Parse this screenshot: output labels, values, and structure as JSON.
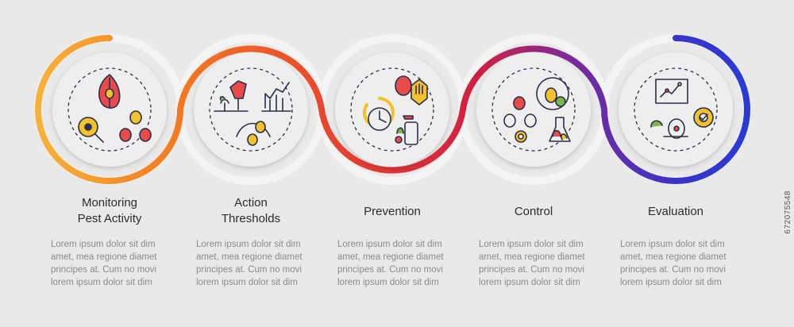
{
  "colors": {
    "background": "#e9e9e9",
    "ring_track": "#f2f2f2",
    "circle_fill": "#eeeeee",
    "icon_stroke": "#2a2f4a",
    "icon_red": "#e84b4b",
    "icon_yellow": "#f2c12e",
    "icon_green": "#7ab648",
    "gradient": [
      "#f7b13b",
      "#f47b20",
      "#e8432e",
      "#c8174a",
      "#4b2fb0",
      "#2a3bd6"
    ]
  },
  "steps": [
    {
      "title_line1": "Monitoring",
      "title_line2": "Pest Activity",
      "icon": "leaf-bug-magnifier-icon",
      "desc": [
        "Lorem ipsum dolor sit dim",
        "amet, mea regione diamet",
        "principes at. Cum no movi",
        "lorem ipsum dolor sit dim"
      ]
    },
    {
      "title_line1": "Action",
      "title_line2": "Thresholds",
      "icon": "hand-spray-chart-icon",
      "desc": [
        "Lorem ipsum dolor sit dim",
        "amet, mea regione diamet",
        "principes at. Cum no movi",
        "lorem ipsum dolor sit dim"
      ]
    },
    {
      "title_line1": "Prevention",
      "title_line2": "",
      "icon": "timer-spray-bug-icon",
      "desc": [
        "Lorem ipsum dolor sit dim",
        "amet, mea regione diamet",
        "principes at. Cum no movi",
        "lorem ipsum dolor sit dim"
      ]
    },
    {
      "title_line1": "Control",
      "title_line2": "",
      "icon": "bee-flask-bugs-icon",
      "desc": [
        "Lorem ipsum dolor sit dim",
        "amet, mea regione diamet",
        "principes at. Cum no movi",
        "lorem ipsum dolor sit dim"
      ]
    },
    {
      "title_line1": "Evaluation",
      "title_line2": "",
      "icon": "report-gear-plant-icon",
      "desc": [
        "Lorem ipsum dolor sit dim",
        "amet, mea regione diamet",
        "principes at. Cum no movi",
        "lorem ipsum dolor sit dim"
      ]
    }
  ],
  "watermark": "672075548"
}
